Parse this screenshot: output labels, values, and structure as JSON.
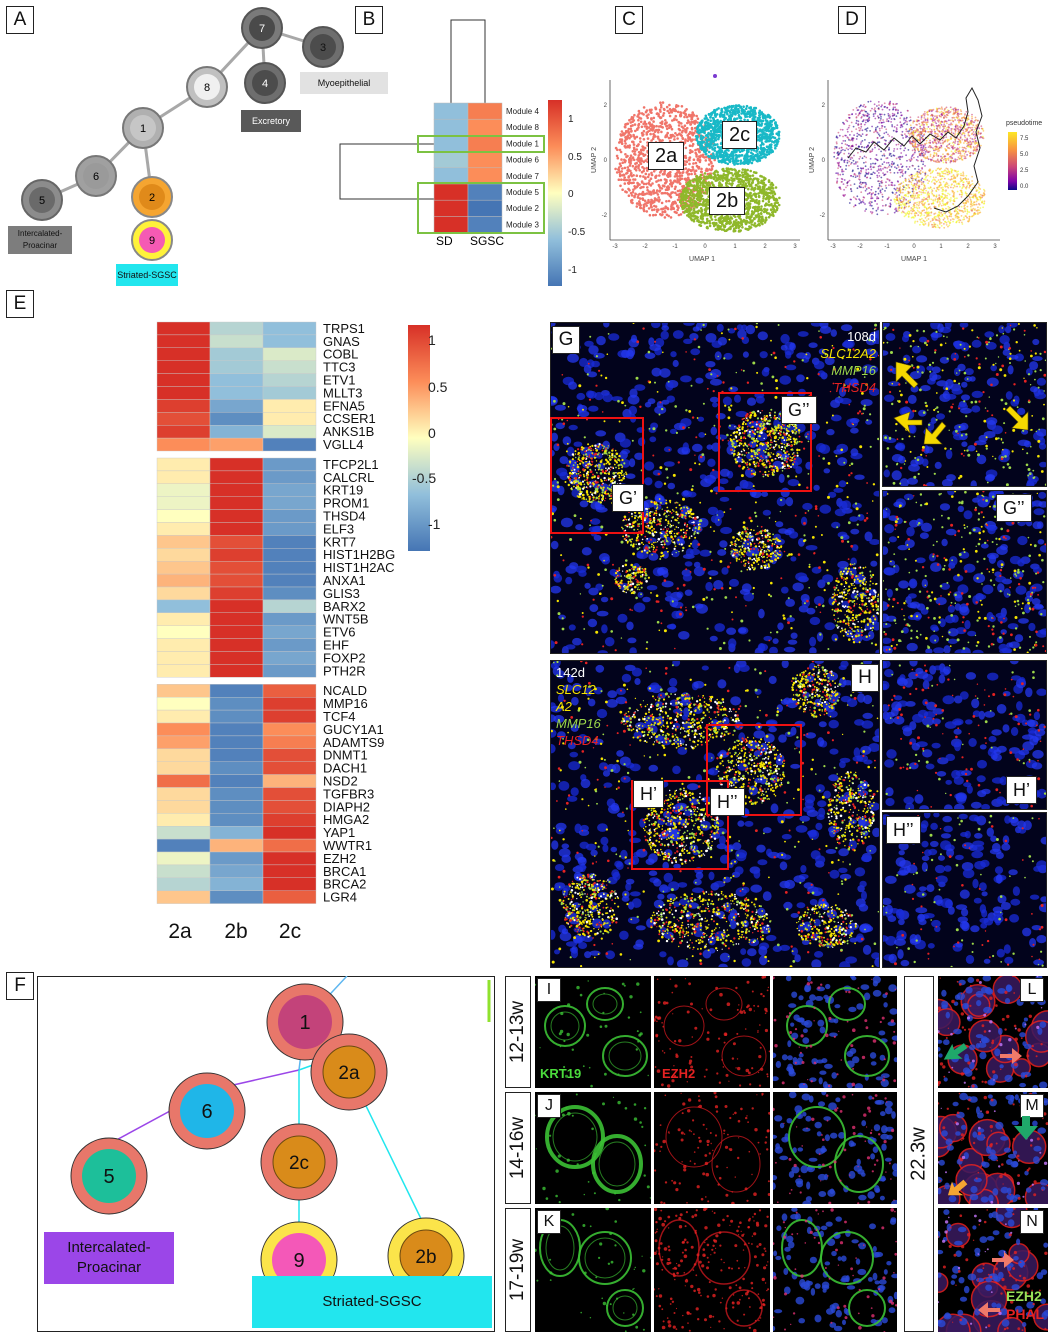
{
  "panels": {
    "A": "A",
    "B": "B",
    "C": "C",
    "D": "D",
    "E": "E",
    "F": "F",
    "G": "G",
    "H": "H",
    "I": "I",
    "J": "J",
    "K": "K",
    "L": "L",
    "M": "M",
    "N": "N"
  },
  "panelA": {
    "nodes": [
      "7",
      "3",
      "8",
      "4",
      "1",
      "6",
      "5",
      "2",
      "9"
    ],
    "labels": {
      "myoepithelial": "Myoepithelial",
      "excretory": "Excretory",
      "intercalated": "Intercalated-\nProacinar",
      "striated": "Striated-SGSC"
    }
  },
  "panelB": {
    "modules": [
      "Module 4",
      "Module 8",
      "Module 1",
      "Module 6",
      "Module 7",
      "Module 5",
      "Module 2",
      "Module 3"
    ],
    "columns": [
      "SD",
      "SGSC"
    ],
    "values": [
      [
        -0.6,
        0.7
      ],
      [
        -0.6,
        0.6
      ],
      [
        -0.6,
        0.7
      ],
      [
        -0.5,
        0.6
      ],
      [
        -0.6,
        0.6
      ],
      [
        1.2,
        -1.1
      ],
      [
        1.2,
        -1.2
      ],
      [
        1.2,
        -1.1
      ]
    ],
    "scale_ticks": [
      "1",
      "0.5",
      "0",
      "-0.5",
      "-1"
    ]
  },
  "panelC": {
    "clusters": [
      "2a",
      "2b",
      "2c"
    ],
    "xlabel": "UMAP 1",
    "ylabel": "UMAP 2",
    "xticks": [
      "-3",
      "-2",
      "-1",
      "0",
      "1",
      "2",
      "3"
    ],
    "yticks": [
      "2",
      "0",
      "-2"
    ]
  },
  "panelD": {
    "xlabel": "UMAP 1",
    "ylabel": "UMAP 2",
    "legend_title": "pseudotime",
    "legend_ticks": [
      "7.5",
      "5.0",
      "2.5",
      "0.0"
    ],
    "xticks": [
      "-3",
      "-2",
      "-1",
      "0",
      "1",
      "2",
      "3"
    ],
    "yticks": [
      "2",
      "0",
      "-2"
    ]
  },
  "panelE": {
    "genes": [
      "TRPS1",
      "GNAS",
      "COBL",
      "TTC3",
      "ETV1",
      "MLLT3",
      "EFNA5",
      "CCSER1",
      "ANKS1B",
      "VGLL4",
      "TFCP2L1",
      "CALCRL",
      "KRT19",
      "PROM1",
      "THSD4",
      "ELF3",
      "KRT7",
      "HIST1H2BG",
      "HIST1H2AC",
      "ANXA1",
      "GLIS3",
      "BARX2",
      "WNT5B",
      "ETV6",
      "EHF",
      "FOXP2",
      "PTH2R",
      "NCALD",
      "MMP16",
      "TCF4",
      "GUCY1A1",
      "ADAMTS9",
      "DNMT1",
      "DACH1",
      "NSD2",
      "TGFBR3",
      "DIAPH2",
      "HMGA2",
      "YAP1",
      "WWTR1",
      "EZH2",
      "BRCA1",
      "BRCA2",
      "LGR4"
    ],
    "group_sizes": [
      10,
      17,
      17
    ],
    "columns": [
      "2a",
      "2b",
      "2c"
    ],
    "values": [
      [
        1.2,
        -0.4,
        -0.6
      ],
      [
        1.2,
        -0.3,
        -0.6
      ],
      [
        1.2,
        -0.5,
        -0.2
      ],
      [
        1.2,
        -0.5,
        -0.3
      ],
      [
        1.2,
        -0.6,
        -0.4
      ],
      [
        1.2,
        -0.6,
        -0.5
      ],
      [
        1.1,
        -0.8,
        0.1
      ],
      [
        1.0,
        -1.0,
        0.1
      ],
      [
        1.1,
        -0.7,
        -0.2
      ],
      [
        0.6,
        0.5,
        -1.1
      ],
      [
        0.1,
        1.2,
        -0.9
      ],
      [
        0.1,
        1.2,
        -0.9
      ],
      [
        -0.1,
        1.2,
        -0.8
      ],
      [
        -0.1,
        1.2,
        -0.8
      ],
      [
        0.0,
        1.2,
        -0.9
      ],
      [
        0.1,
        1.2,
        -0.9
      ],
      [
        0.3,
        1.0,
        -1.1
      ],
      [
        0.2,
        1.1,
        -1.1
      ],
      [
        0.3,
        1.0,
        -1.1
      ],
      [
        0.4,
        1.0,
        -1.1
      ],
      [
        0.2,
        1.1,
        -1.0
      ],
      [
        -0.6,
        1.2,
        -0.4
      ],
      [
        0.1,
        1.2,
        -0.9
      ],
      [
        0.0,
        1.2,
        -0.8
      ],
      [
        0.1,
        1.2,
        -0.9
      ],
      [
        0.1,
        1.2,
        -0.8
      ],
      [
        0.1,
        1.2,
        -0.9
      ],
      [
        0.3,
        -1.1,
        0.9
      ],
      [
        0.0,
        -1.0,
        1.1
      ],
      [
        0.1,
        -1.0,
        1.1
      ],
      [
        0.6,
        -1.1,
        0.6
      ],
      [
        0.5,
        -1.1,
        0.7
      ],
      [
        0.2,
        -1.1,
        1.0
      ],
      [
        0.2,
        -1.0,
        1.0
      ],
      [
        0.8,
        -1.1,
        0.4
      ],
      [
        0.2,
        -1.0,
        1.0
      ],
      [
        0.2,
        -1.0,
        1.0
      ],
      [
        0.1,
        -1.0,
        1.1
      ],
      [
        -0.3,
        -0.7,
        1.2
      ],
      [
        -1.1,
        0.4,
        0.8
      ],
      [
        -0.1,
        -0.9,
        1.2
      ],
      [
        -0.3,
        -0.8,
        1.2
      ],
      [
        -0.4,
        -0.7,
        1.2
      ],
      [
        0.3,
        -1.0,
        0.9
      ]
    ],
    "scale_ticks": [
      "1",
      "0.5",
      "0",
      "-0.5",
      "-1"
    ]
  },
  "panelF": {
    "nodes": [
      "1",
      "2a",
      "6",
      "2c",
      "5",
      "9",
      "2b"
    ],
    "labels": {
      "intercalated": "Intercalated-\nProacinar",
      "striated": "Striated-SGSC"
    }
  },
  "panelG": {
    "age": "108d",
    "markers": [
      "SLC12A2",
      "MMP16",
      "THSD4"
    ],
    "marker_colors": [
      "#f5e400",
      "#9dd84a",
      "#e52222"
    ],
    "insets": [
      "G’",
      "G’’"
    ],
    "side_labels": [
      "G’’"
    ]
  },
  "panelH": {
    "age": "142d",
    "markers": [
      "SLC12\nA2",
      "MMP16",
      "THSD4"
    ],
    "marker_colors": [
      "#f5e400",
      "#9dd84a",
      "#e52222"
    ],
    "insets": [
      "H’",
      "H’’"
    ],
    "side_labels": [
      "H’",
      "H’’"
    ]
  },
  "panelIK": {
    "rows": [
      "12-13w",
      "14-16w",
      "17-19w"
    ],
    "stains": [
      "KRT19",
      "EZH2"
    ],
    "stain_colors": [
      "#4bdc3c",
      "#e52222"
    ]
  },
  "panelLN": {
    "age": "22.3w",
    "stains": [
      "EZH2",
      "PHAL"
    ],
    "stain_colors": [
      "#9be25a",
      "#e52222"
    ]
  },
  "colors": {
    "high": "#d73027",
    "mid": "#ffffbf",
    "low": "#4575b4",
    "clu2a": "#f0756a",
    "clu2b": "#8fb82b",
    "clu2c": "#19b9c7",
    "cyan": "#22e6ee",
    "purple": "#9b46e8"
  }
}
